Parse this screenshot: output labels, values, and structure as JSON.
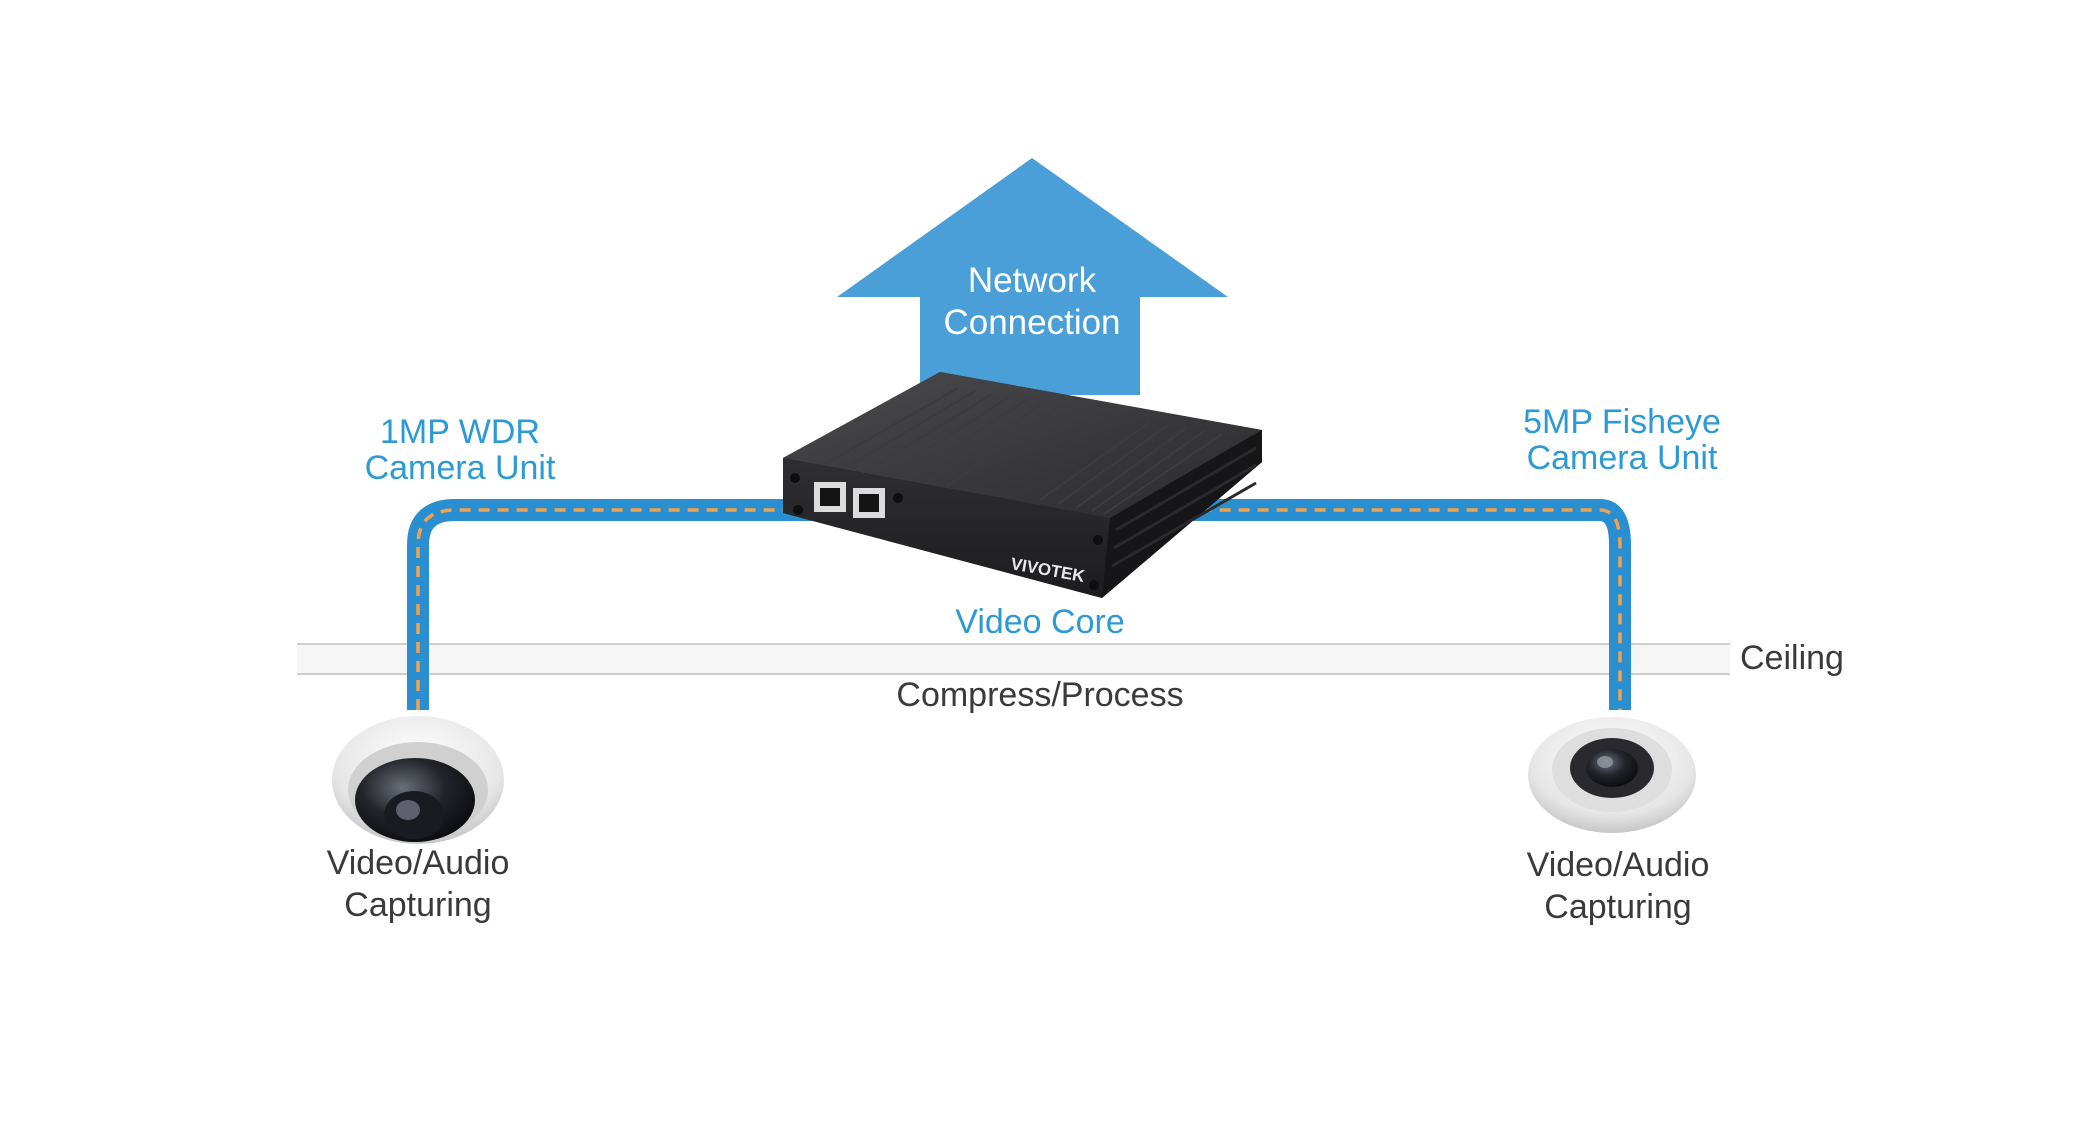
{
  "colors": {
    "cable": "#2a8fd0",
    "cable_dash": "#f2a24a",
    "arrow": "#4a9fd8",
    "label_blue": "#2d9ad6",
    "label_dark": "#3a3a3a",
    "ceiling": "#bfbfbf"
  },
  "icons": [
    "network-arrow-icon",
    "video-core-device-icon",
    "dome-camera-icon",
    "fisheye-camera-icon"
  ],
  "arrow": {
    "line1": "Network",
    "line2": "Connection"
  },
  "left_camera": {
    "title_line1": "1MP WDR",
    "title_line2": "Camera Unit",
    "caption_line1": "Video/Audio",
    "caption_line2": "Capturing"
  },
  "right_camera": {
    "title_line1": "5MP Fisheye",
    "title_line2": "Camera Unit",
    "caption_line1": "Video/Audio",
    "caption_line2": "Capturing"
  },
  "device": {
    "name": "Video Core",
    "brand": "VIVOTEK",
    "function": "Compress/Process"
  },
  "ceiling_label": "Ceiling"
}
